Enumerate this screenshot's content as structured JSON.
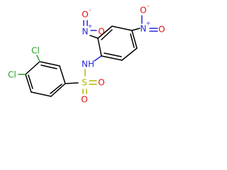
{
  "molecule": {
    "atoms": {
      "cl_top": "Cl",
      "cl_bottom": "Cl",
      "sulfur": "S",
      "o_right": "O",
      "o_bottom": "O",
      "nh": "NH",
      "n_ortho": "N",
      "n_ortho_charge": "+",
      "o_ortho_left": "O",
      "o_ortho_left_charge": "-",
      "o_ortho_right": "O",
      "n_para": "N",
      "n_para_charge": "+",
      "o_para_left": "O",
      "o_para_left_charge": "-",
      "o_para_right": "O"
    },
    "colors": {
      "carbon": "#000000",
      "nitrogen": "#2a2ad6",
      "oxygen": "#e01010",
      "sulfur": "#b5b500",
      "chlorine": "#2aa02a"
    }
  }
}
